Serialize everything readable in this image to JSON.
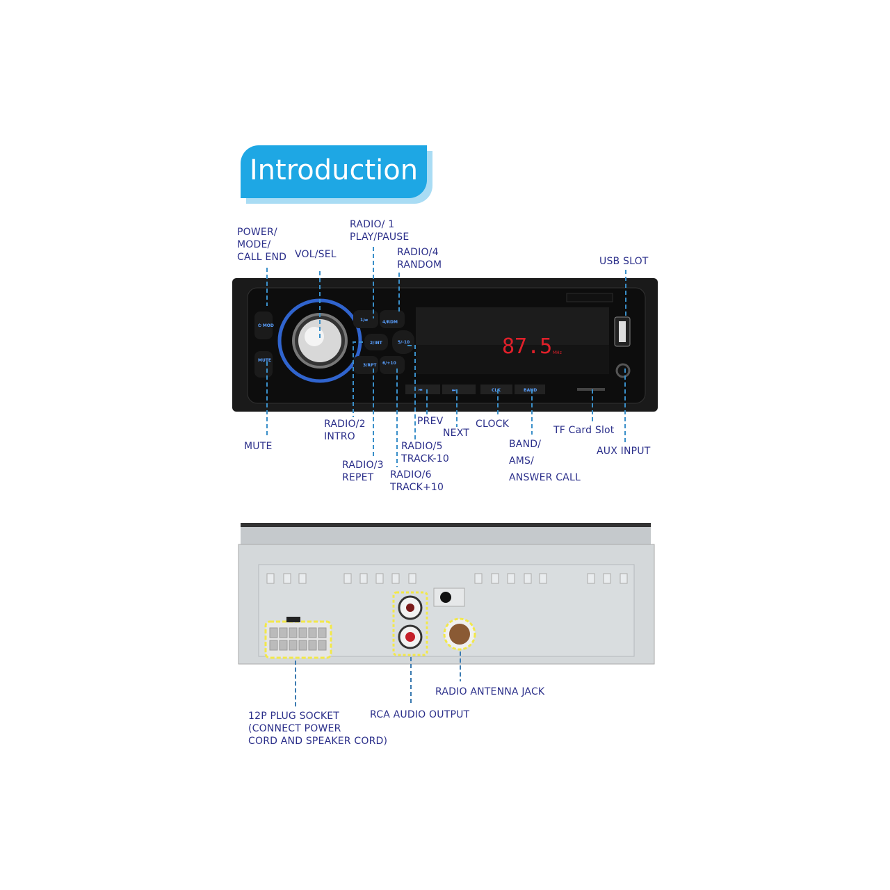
{
  "title": "Introduction",
  "front_labels": {
    "power": "POWER/\nMODE/\nCALL END",
    "vol": "VOL/SEL",
    "play": "RADIO/ 1\nPLAY/PAUSE",
    "random": "RADIO/4\nRANDOM",
    "usb": "USB SLOT",
    "mute": "MUTE",
    "intro": "RADIO/2\nINTRO",
    "repet": "RADIO/3\nREPET",
    "track_plus": "RADIO/6\nTRACK+10",
    "track_minus": "RADIO/5\nTRACK-10",
    "prev": "PREV",
    "next": "NEXT",
    "clock": "CLOCK",
    "band": "BAND/\nAMS/\nANSWER CALL",
    "tf": "TF Card Slot",
    "aux": "AUX INPUT"
  },
  "device": {
    "display_value": "87.5",
    "display_unit": "MHz",
    "buttons": [
      "1/⏯",
      "4/RDM",
      "2/INT",
      "5/-10",
      "3/RPT",
      "6/+10",
      "MUTE",
      "CLK",
      "BAND"
    ],
    "display_color": "#e0202a",
    "backlight_color": "#3a7bff"
  },
  "rear_labels": {
    "plug": "12P PLUG SOCKET\n(CONNECT POWER\nCORD AND SPEAKER CORD)",
    "rca": "RCA AUDIO OUTPUT",
    "antenna": "RADIO ANTENNA JACK"
  },
  "colors": {
    "title_bg": "#1ea7e4",
    "label": "#2b2f8a",
    "highlight": "#f2e84a"
  }
}
